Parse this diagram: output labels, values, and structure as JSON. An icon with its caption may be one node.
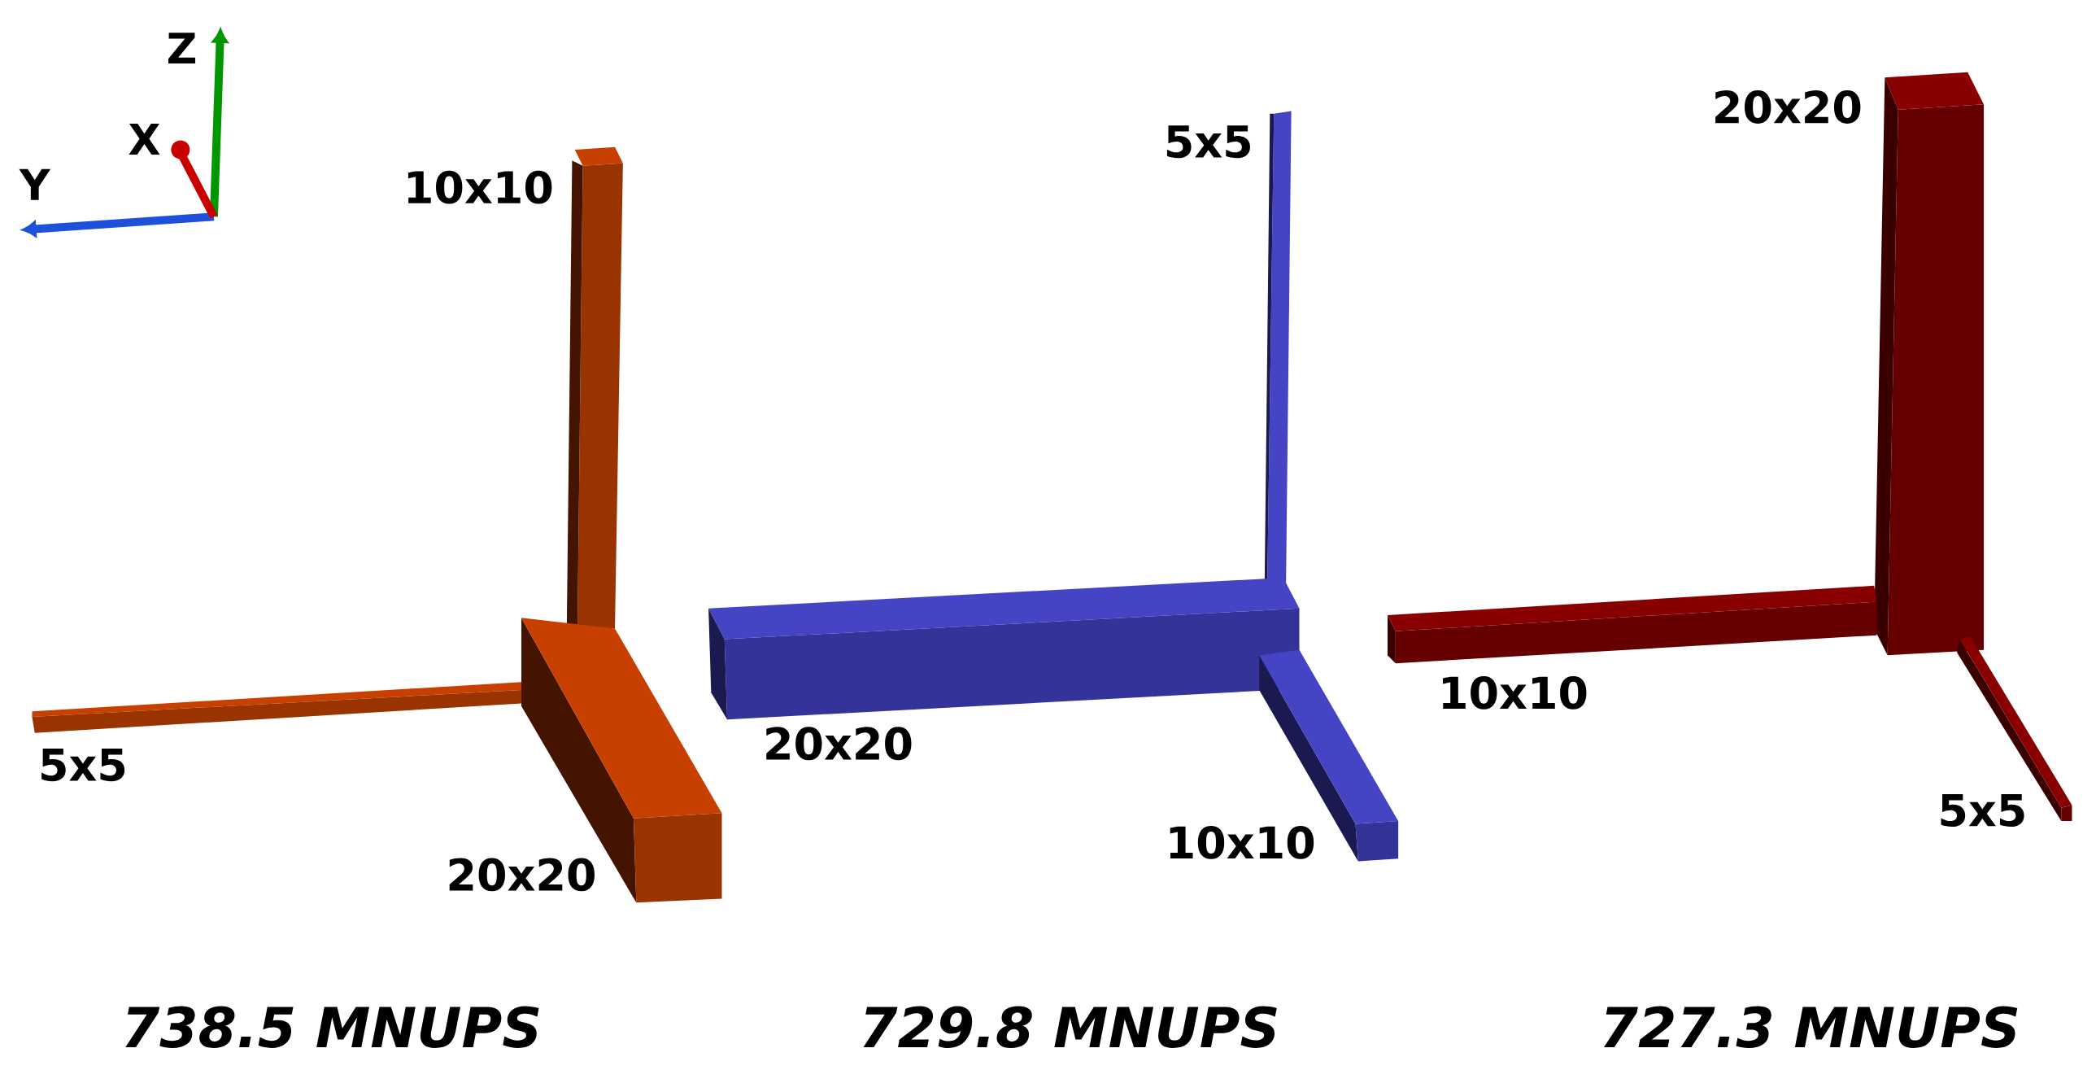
{
  "diagram": {
    "labels": [
      "Z",
      "X",
      "Y",
      "10x10",
      "5x5",
      "20x20",
      "5x5",
      "20x20",
      "10x10",
      "20x20",
      "10x10",
      "5x5",
      "738.5 MNUPS",
      "729.8 MNUPS",
      "727.3 MNUPS"
    ]
  }
}
